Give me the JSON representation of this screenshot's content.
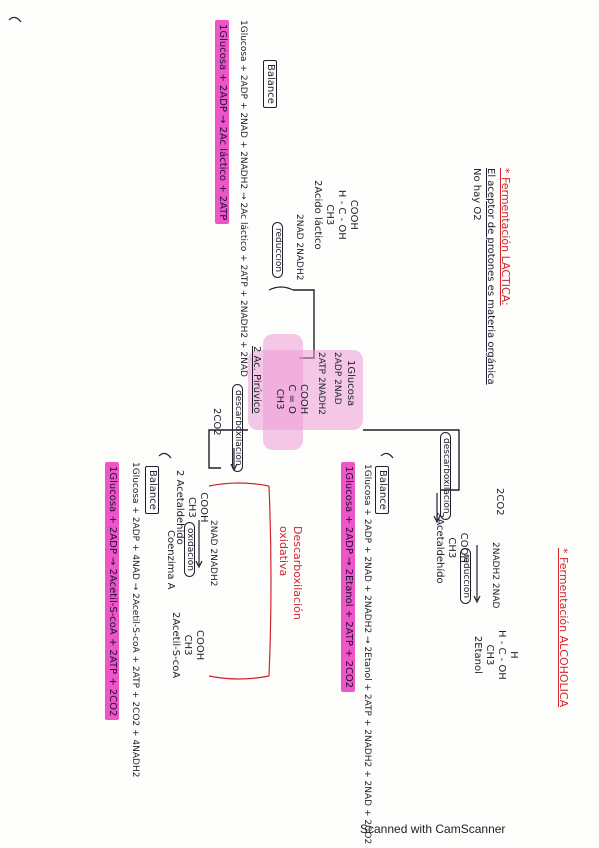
{
  "alcoholic": {
    "title": "* Fermentación ALCOHOLICA",
    "decarb_oval": "descarboxilación",
    "co2": "2CO2",
    "cooh": "COOH",
    "ch3": "CH3",
    "acetaldehido": "2Acetaldehído",
    "nadh_nad": "2NADH2   2NAD",
    "reduccion": "reducción",
    "h": "H",
    "hcoh": "H - C - OH",
    "ch3b": "CH3",
    "etanol": "2Etanol",
    "balance_label": "Balance",
    "balance_eq": "1Glucosa + 2ADP + 2NAD + 2NADH2 → 2Etanol + 2ATP + 2NADH2 + 2NAD + 2CO2",
    "result_eq": "1Glucosa + 2ADP → 2Etanol + 2ATP + 2CO2"
  },
  "lactic": {
    "title": "* Fermentación LACTICA:",
    "line1": "El aceptor de protones es materia orgánica",
    "line2": "No hay O2",
    "nad_nadh": "2NAD   2NADH2",
    "reduccion": "reducción",
    "cooh": "COOH",
    "hcoh": "H - C - OH",
    "ch3": "CH3",
    "acido": "2Acido láctico",
    "balance_label": "Balance",
    "balance_eq": "1Glucosa + 2ADP + 2NAD + 2NADH2 → 2Ac láctico + 2ATP + 2NADH2 + 2NAD",
    "result_eq": "1Glucosa + 2ADP → 2Ac láctico + 2ATP"
  },
  "center": {
    "glucosa": "1Glucosa",
    "adp_nad": "2ADP   2NAD",
    "atp_nadh": "2ATP   2NADH2",
    "cooh": "COOH",
    "co": "C = O",
    "ch3": "CH3",
    "piruvico": "2 Ac. Pirúvico"
  },
  "oxidative": {
    "title1": "Descarboxilación",
    "title2": "oxidativa",
    "decarb_oval": "descarboxilación",
    "co2": "2CO2",
    "cooh": "COOH",
    "ch3": "CH3",
    "acetaldehido": "2 Acetaldehído",
    "nad_nadh": "2NAD   2NADH2",
    "oxidacion": "oxidación",
    "coenzima": "Coenzima A",
    "cooh2": "COOH",
    "ch3b": "CH3",
    "acetil": "2Acetil-S-coA",
    "balance_label": "Balance",
    "balance_eq": "1Glucosa + 2ADP + 4NAD → 2Acetil-S-coA + 2ATP + 2CO2 + 4NADH2",
    "result_eq": "1Glucosa + 2ADP → 2Acetil-S-coA + 2ATP + 2CO2"
  },
  "footer": "Scanned with CamScanner"
}
